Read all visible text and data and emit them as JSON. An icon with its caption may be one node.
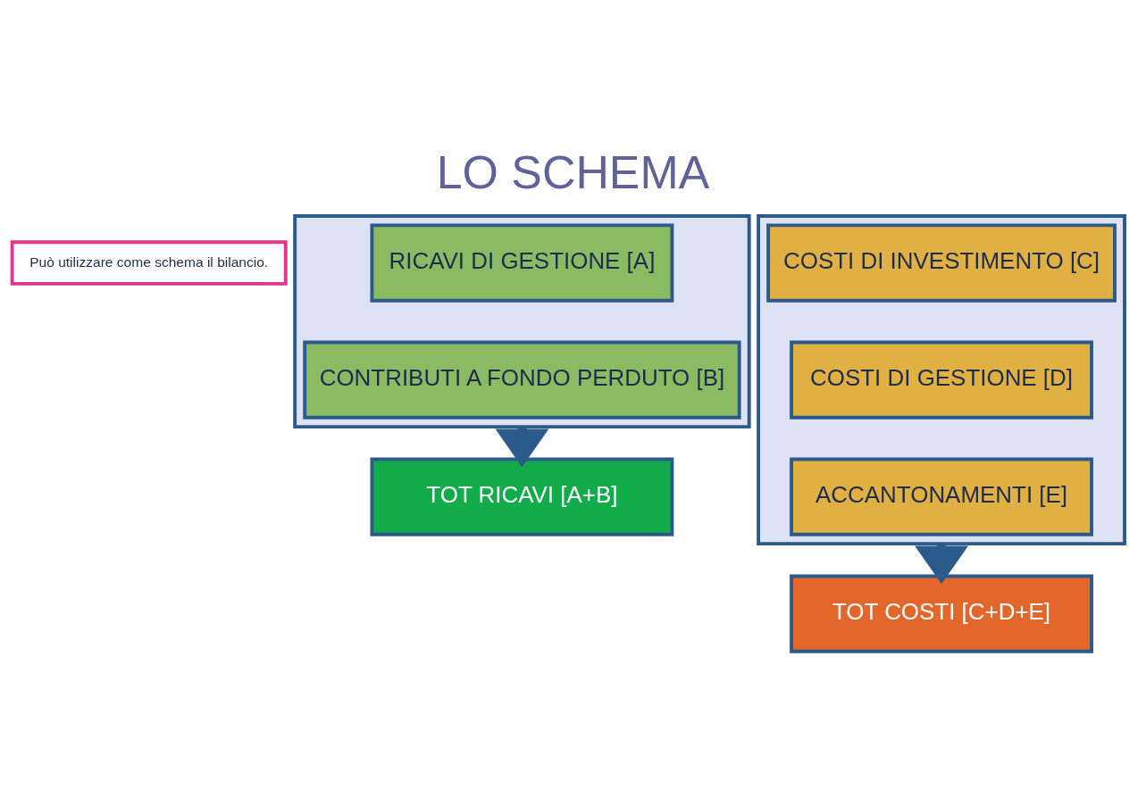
{
  "diagram": {
    "title": "LO SCHEMA",
    "nodes": [
      {
        "text": [
          "Può utilizzare come schema il bilancio."
        ]
      },
      {
        "text": [],
        "shape": "box"
      },
      {
        "text": [
          "RICAVI DI GESTIONE [A]"
        ],
        "in": 1
      },
      {
        "text": [
          "CONTRIBUTI A FONDO PERDUTO [B]"
        ],
        "in": 1
      },
      {
        "text": [
          "TOT RICAVI [A+B]"
        ]
      },
      {
        "text": [],
        "shape": "box"
      },
      {
        "text": [
          "COSTI DI INVESTIMENTO [C]"
        ],
        "in": 5
      },
      {
        "text": [
          "COSTI DI GESTIONE [D]"
        ],
        "in": 5
      },
      {
        "text": [
          "ACCANTONAMENTI [E]"
        ],
        "in": 5
      },
      {
        "text": [
          "TOT COSTI [C+D+E]"
        ]
      }
    ],
    "edges": [
      {
        "from": 1,
        "to": 4,
        "arrow": "to",
        "style": "thick"
      },
      {
        "from": 5,
        "to": 9,
        "arrow": "to",
        "style": "thick"
      }
    ]
  }
}
